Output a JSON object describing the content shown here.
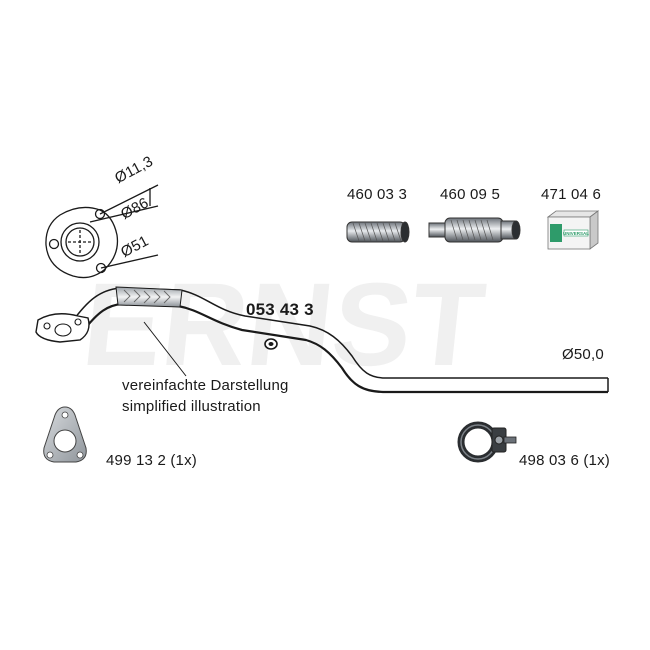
{
  "watermark": "ERNST",
  "flange_dims": {
    "bolt_hole": "Ø11,3",
    "bolt_circle": "Ø86",
    "bore": "Ø51"
  },
  "main_part": {
    "number": "053 43 3",
    "diameter": "Ø50,0"
  },
  "note": {
    "line_de": "vereinfachte Darstellung",
    "line_en": "simplified illustration"
  },
  "accessories": [
    {
      "number": "460 03 3",
      "icon": "flex-pipe-icon"
    },
    {
      "number": "460 09 5",
      "icon": "flex-pipe-with-ends-icon"
    },
    {
      "number": "471 04 6",
      "icon": "mounting-kit-box-icon"
    }
  ],
  "gasket": {
    "label": "499 13 2 (1x)",
    "icon": "gasket-icon"
  },
  "clamp": {
    "label": "498 03 6 (1x)",
    "icon": "pipe-clamp-icon"
  },
  "box_text": "UNIVERSAL",
  "colors": {
    "line": "#1a1a1a",
    "watermark": "#f0f0f0",
    "box_green": "#2e9b6a",
    "metal": "#9aa0a6"
  }
}
